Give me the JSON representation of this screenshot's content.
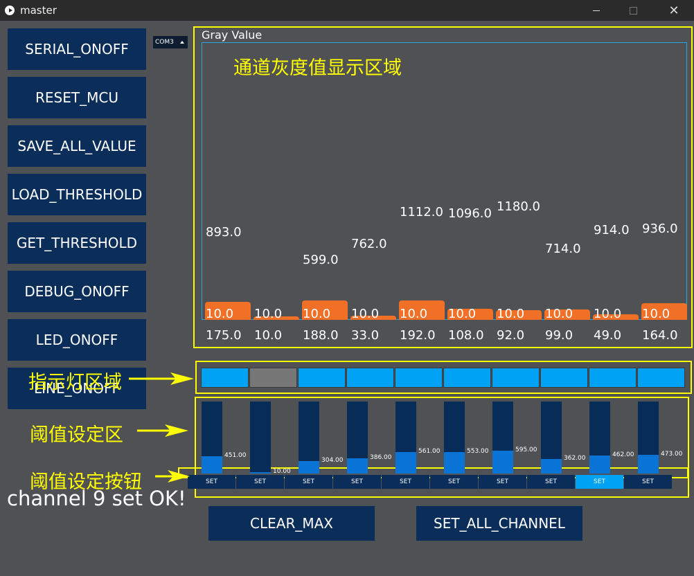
{
  "window": {
    "title": "master"
  },
  "sidebar": {
    "buttons": [
      "SERIAL_ONOFF",
      "RESET_MCU",
      "SAVE_ALL_VALUE",
      "LOAD_THRESHOLD",
      "GET_THRESHOLD",
      "DEBUG_ONOFF",
      "LED_ONOFF",
      "LINE_ONOFF"
    ]
  },
  "serial": {
    "port": "COM3"
  },
  "gray": {
    "title": "Gray Value"
  },
  "annotations": {
    "channel_area": "通道灰度值显示区域",
    "indicator_area": "指示灯区域",
    "threshold_area": "阈值设定区",
    "threshold_button": "阈值设定按钮"
  },
  "channels": [
    {
      "top": "893.0",
      "bar": "10.0",
      "bar_level": 0.065,
      "bottom": "175.0",
      "indicator": "on",
      "threshold": "451.00",
      "threshold_level": 0.24,
      "set": "SET"
    },
    {
      "top": "",
      "bar": "10.0",
      "bar_level": 0.012,
      "bottom": "10.0",
      "indicator": "off",
      "threshold": "10.00",
      "threshold_level": 0.02,
      "set": "SET"
    },
    {
      "top": "599.0",
      "bar": "10.0",
      "bar_level": 0.07,
      "bottom": "188.0",
      "indicator": "on",
      "threshold": "304.00",
      "threshold_level": 0.17,
      "set": "SET"
    },
    {
      "top": "762.0",
      "bar": "10.0",
      "bar_level": 0.015,
      "bottom": "33.0",
      "indicator": "on",
      "threshold": "386.00",
      "threshold_level": 0.21,
      "set": "SET"
    },
    {
      "top": "1112.0",
      "bar": "10.0",
      "bar_level": 0.07,
      "bottom": "192.0",
      "indicator": "on",
      "threshold": "561.00",
      "threshold_level": 0.3,
      "set": "SET"
    },
    {
      "top": "1096.0",
      "bar": "10.0",
      "bar_level": 0.04,
      "bottom": "108.0",
      "indicator": "on",
      "threshold": "553.00",
      "threshold_level": 0.3,
      "set": "SET"
    },
    {
      "top": "1180.0",
      "bar": "10.0",
      "bar_level": 0.035,
      "bottom": "92.0",
      "indicator": "on",
      "threshold": "595.00",
      "threshold_level": 0.32,
      "set": "SET"
    },
    {
      "top": "714.0",
      "bar": "10.0",
      "bar_level": 0.037,
      "bottom": "99.0",
      "indicator": "on",
      "threshold": "362.00",
      "threshold_level": 0.2,
      "set": "SET"
    },
    {
      "top": "914.0",
      "bar": "10.0",
      "bar_level": 0.02,
      "bottom": "49.0",
      "indicator": "on",
      "threshold": "462.00",
      "threshold_level": 0.25,
      "set": "SET"
    },
    {
      "top": "936.0",
      "bar": "10.0",
      "bar_level": 0.06,
      "bottom": "164.0",
      "indicator": "on",
      "threshold": "473.00",
      "threshold_level": 0.26,
      "set": "SET"
    }
  ],
  "active_set_index": 8,
  "status": "channel 9 set OK!",
  "actions": {
    "clear_max": "CLEAR_MAX",
    "set_all": "SET_ALL_CHANNEL"
  },
  "colors": {
    "background": "#4f5154",
    "button": "#0a2d5a",
    "accent": "#00a2f5",
    "bar": "#f07028",
    "annotation": "#ffff00"
  }
}
